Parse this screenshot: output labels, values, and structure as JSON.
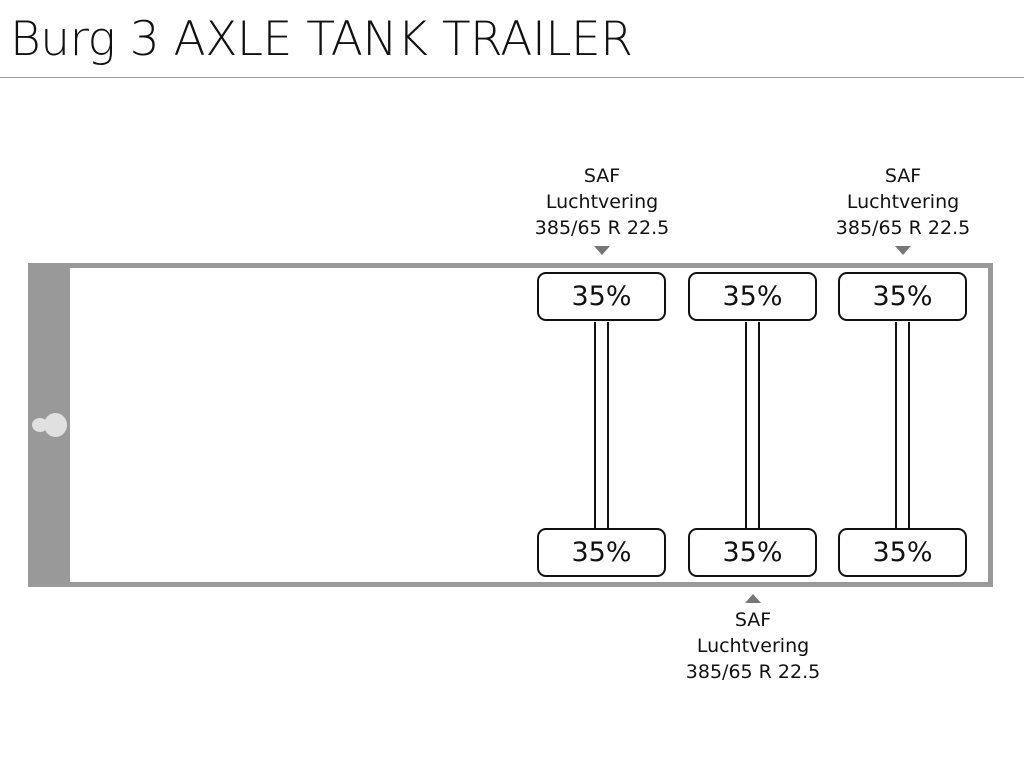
{
  "title": "Burg 3 AXLE TANK TRAILER",
  "axles": [
    {
      "brand": "SAF",
      "suspension": "Luchtvering",
      "tire": "385/65 R 22.5",
      "left": "35%",
      "right": "35%"
    },
    {
      "brand": "SAF",
      "suspension": "Luchtvering",
      "tire": "385/65 R 22.5",
      "left": "35%",
      "right": "35%"
    },
    {
      "brand": "SAF",
      "suspension": "Luchtvering",
      "tire": "385/65 R 22.5",
      "left": "35%",
      "right": "35%"
    }
  ]
}
